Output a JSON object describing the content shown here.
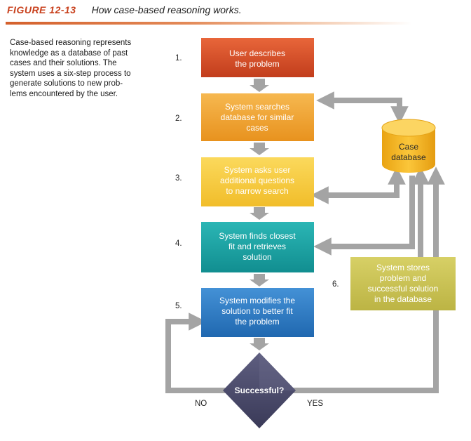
{
  "figure": {
    "label": "FIGURE 12-13",
    "title": "How case-based reasoning works."
  },
  "caption": {
    "lines": [
      "Case-based reasoning represents",
      "knowledge as a database of past",
      "cases and their solutions. The",
      "system uses a six-step process to",
      "generate solutions to new prob-",
      "lems encountered by the user."
    ]
  },
  "steps": [
    {
      "number": "1.",
      "lines": [
        "User describes",
        "the problem"
      ]
    },
    {
      "number": "2.",
      "lines": [
        "System searches",
        "database for similar",
        "cases"
      ]
    },
    {
      "number": "3.",
      "lines": [
        "System asks user",
        "additional questions",
        "to narrow search"
      ]
    },
    {
      "number": "4.",
      "lines": [
        "System finds closest",
        "fit and retrieves",
        "solution"
      ]
    },
    {
      "number": "5.",
      "lines": [
        "System modifies the",
        "solution to better fit",
        "the problem"
      ]
    },
    {
      "number": "6.",
      "lines": [
        "System stores",
        "problem and",
        "successful solution",
        "in the database"
      ]
    }
  ],
  "database": {
    "lines": [
      "Case",
      "database"
    ]
  },
  "decision": {
    "label": "Successful?",
    "no_label": "NO",
    "yes_label": "YES"
  },
  "colors": {
    "step1": "#d9502a",
    "step2": "#f0a232",
    "step3": "#f6cb3e",
    "step4": "#1aa3a4",
    "step5": "#2f7fc6",
    "step6": "#cbc455",
    "database": "#f7b820",
    "diamond": "#4d4d6e",
    "arrow": "#a4a4a4",
    "accent": "#c8401c"
  }
}
